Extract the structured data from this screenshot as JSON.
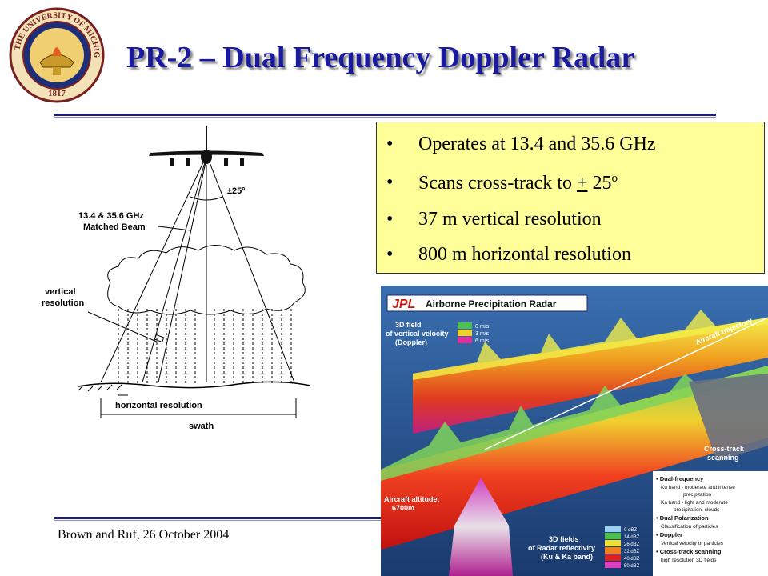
{
  "slide": {
    "title": "PR-2 – Dual Frequency Doppler Radar",
    "footer": "Brown and Ruf, 26 October 2004",
    "accent_color": "#1a1a9e",
    "box_color": "#ffff99"
  },
  "seal": {
    "text_top": "THE UNIVERSITY OF MICHIGAN",
    "year": "1817",
    "icon": "university-seal-icon"
  },
  "bullets": {
    "b1": "Operates at 13.4 and 35.6 GHz",
    "b2_pre": "Scans cross-track to ",
    "b2_pm": "+",
    "b2_val": " 25",
    "b2_sup": "o",
    "b3": "37 m vertical resolution",
    "b4": "800 m horizontal resolution"
  },
  "diagram": {
    "angle": "±25°",
    "beam_label_1": "13.4 & 35.6 GHz",
    "beam_label_2": "Matched Beam",
    "vertical_1": "vertical",
    "vertical_2": "resolution",
    "horizontal": "horizontal resolution",
    "swath": "swath"
  },
  "jpl": {
    "logo": "JPL",
    "header": "Airborne Precipitation Radar",
    "field1_l1": "3D field",
    "field1_l2": "of vertical velocity",
    "field1_l3": "(Doppler)",
    "vel_legend": [
      "0 m/s",
      "3 m/s",
      "6 m/s"
    ],
    "trajectory": "Aircraft trajectory",
    "crosstrack_1": "Cross-track",
    "crosstrack_2": "scanning",
    "altitude_1": "Aircraft altitude:",
    "altitude_2": "6700m",
    "field2_l1": "3D fields",
    "field2_l2": "of Radar reflectivity",
    "field2_l3": "(Ku & Ka band)",
    "dbz_legend": [
      "0 dBZ",
      "14 dBZ",
      "26 dBZ",
      "32 dBZ",
      "40 dBZ",
      "50 dBZ"
    ],
    "features": [
      "• Dual-frequency",
      "Ku band - moderate and intense",
      "precipitation",
      "Ka band - light and moderate",
      "precipitation, clouds",
      "• Dual Polarization",
      "Classification of particles",
      "• Doppler",
      "Vertical velocity of particles",
      "• Cross-track scanning",
      "high resolution 3D fields"
    ]
  }
}
